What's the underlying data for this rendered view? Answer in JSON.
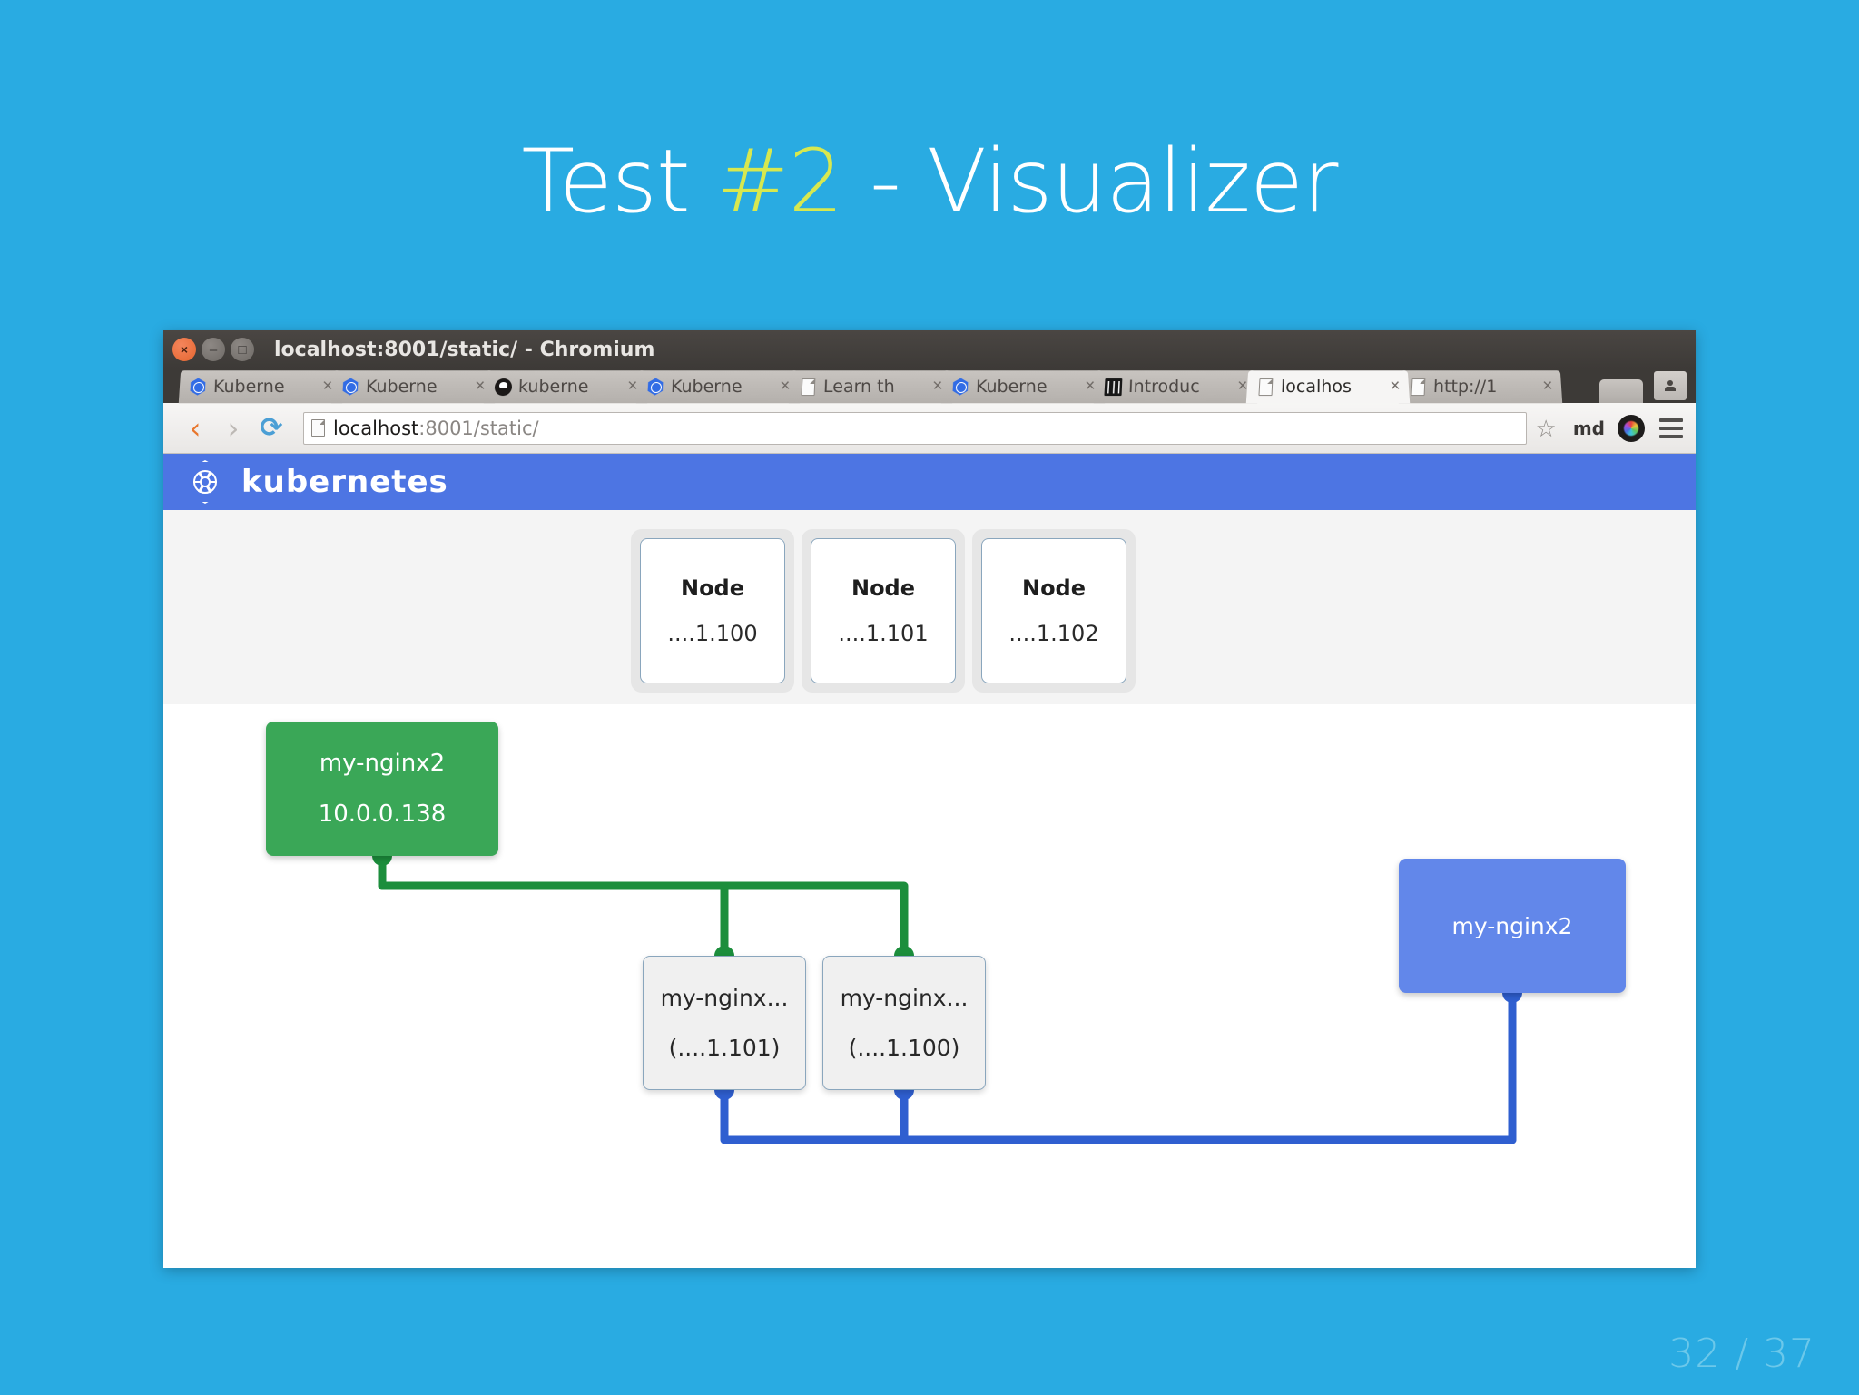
{
  "slide": {
    "title_prefix": "Test ",
    "title_accent": "#2",
    "title_suffix": " - Visualizer",
    "page_counter": "32 / 37",
    "background_color": "#29abe2",
    "accent_color": "#d7e84f"
  },
  "browser": {
    "window_title": "localhost:8001/static/ - Chromium",
    "window_controls": {
      "close": "×",
      "minimize": "–",
      "maximize": "□"
    },
    "tabs": [
      {
        "label": "Kuberne",
        "favicon": "kubernetes-icon",
        "close": "×",
        "active": false
      },
      {
        "label": "Kuberne",
        "favicon": "kubernetes-icon",
        "close": "×",
        "active": false
      },
      {
        "label": "kuberne",
        "favicon": "github-icon",
        "close": "×",
        "active": false
      },
      {
        "label": "Kuberne",
        "favicon": "kubernetes-icon",
        "close": "×",
        "active": false
      },
      {
        "label": "Learn th",
        "favicon": "document-icon",
        "close": "×",
        "active": false
      },
      {
        "label": "Kuberne",
        "favicon": "kubernetes-icon",
        "close": "×",
        "active": false
      },
      {
        "label": "Introduc",
        "favicon": "dark-square-icon",
        "close": "×",
        "active": false
      },
      {
        "label": "localhos",
        "favicon": "document-icon",
        "close": "×",
        "active": true
      },
      {
        "label": "http://1",
        "favicon": "document-icon",
        "close": "×",
        "active": false
      }
    ],
    "toolbar": {
      "back_icon": "‹",
      "forward_icon": "›",
      "reload_icon": "⟳",
      "url_host": "localhost",
      "url_path": ":8001/static/",
      "star_icon": "☆",
      "extension_label": "md",
      "menu_icon": "hamburger-icon"
    }
  },
  "k8s_page": {
    "brand": "kubernetes",
    "nodes": [
      {
        "title": "Node",
        "ip": "....1.100"
      },
      {
        "title": "Node",
        "ip": "....1.101"
      },
      {
        "title": "Node",
        "ip": "....1.102"
      }
    ],
    "graph": {
      "service": {
        "name": "my-nginx2",
        "ip": "10.0.0.138",
        "color": "#3aa757"
      },
      "pods": [
        {
          "name": "my-nginx...",
          "ip": "(....1.101)"
        },
        {
          "name": "my-nginx...",
          "ip": "(....1.100)"
        }
      ],
      "controller": {
        "name": "my-nginx2",
        "color": "#6287ea"
      },
      "edge_colors": {
        "service_edge": "#1c8e3c",
        "controller_edge": "#2f5fd0"
      }
    }
  }
}
